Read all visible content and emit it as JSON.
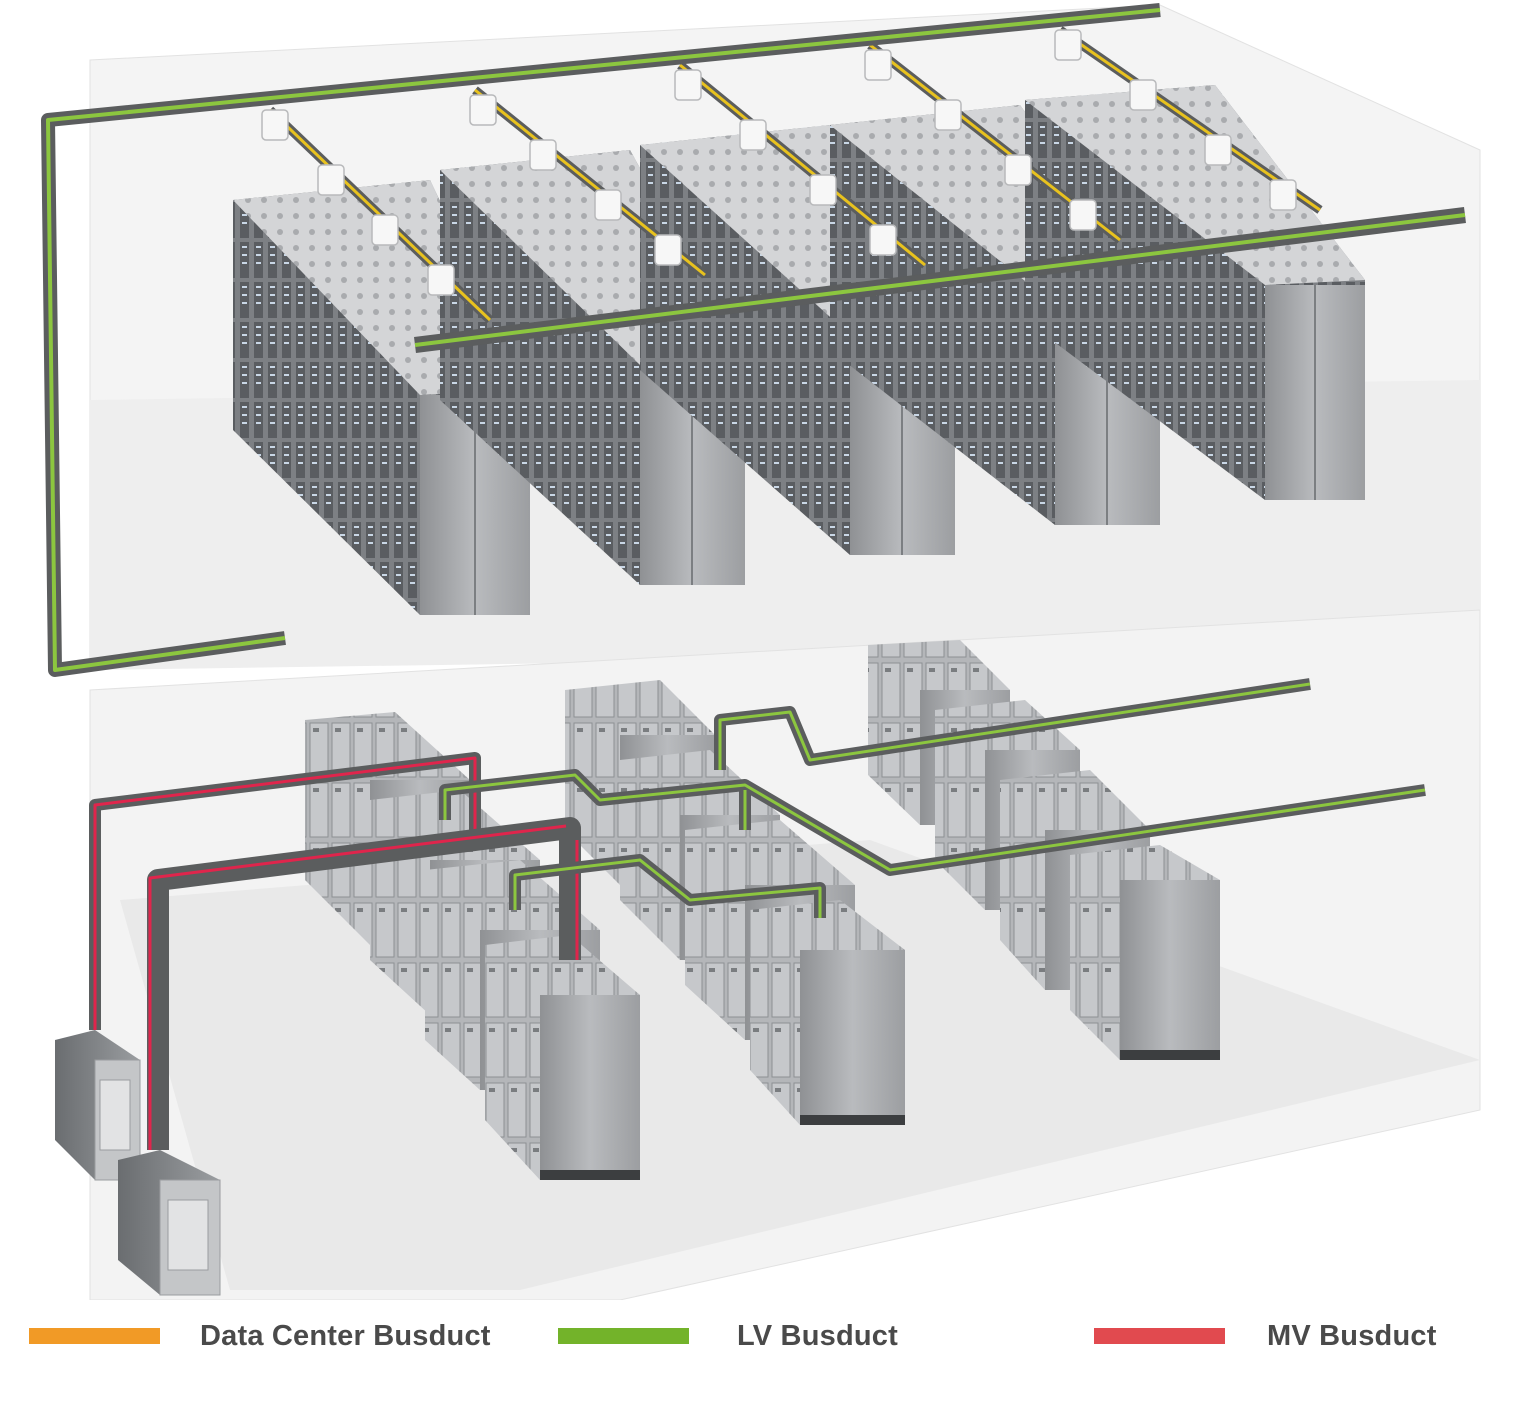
{
  "legend": [
    {
      "label": "Data Center Busduct",
      "color": "#f19a26"
    },
    {
      "label": "LV Busduct",
      "color": "#73b32a"
    },
    {
      "label": "MV Busduct",
      "color": "#e14a4f"
    }
  ],
  "colors": {
    "data_center_busduct": "#e8c21e",
    "lv_busduct": "#8cc63f",
    "mv_busduct": "#e0254c",
    "busduct_housing": "#5b5d5e",
    "rack_body": "#a6a8ab",
    "floor": "#efefef"
  }
}
